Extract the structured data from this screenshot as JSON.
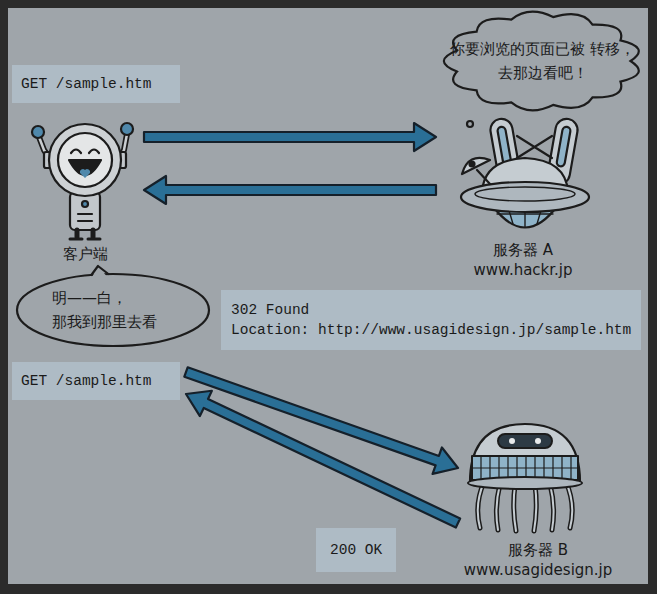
{
  "diagram": {
    "nodes": [
      {
        "text": [
          "你要浏览的页面已被 转移，去那边看吧！"
        ]
      },
      {
        "text": [
          "GET /sample.htm"
        ]
      },
      {
        "text": [
          "客户端"
        ]
      },
      {
        "text": [
          "服务器 A",
          "www.hackr.jp"
        ]
      },
      {
        "text": [
          "明——白， 那我到那里去看"
        ]
      },
      {
        "text": [
          "302 Found",
          "Location: http://www.usagidesign.jp/sample.htm"
        ]
      },
      {
        "text": [
          "GET /sample.htm"
        ]
      },
      {
        "text": [
          "服务器 B",
          "www.usagidesign.jp"
        ]
      },
      {
        "text": [
          "200 OK"
        ]
      }
    ],
    "edges": [
      {
        "from": 2,
        "to": 3,
        "arrow": "to"
      },
      {
        "from": 3,
        "to": 2,
        "arrow": "to"
      },
      {
        "from": 6,
        "to": 7,
        "arrow": "to"
      },
      {
        "from": 7,
        "to": 6,
        "arrow": "to"
      }
    ]
  }
}
